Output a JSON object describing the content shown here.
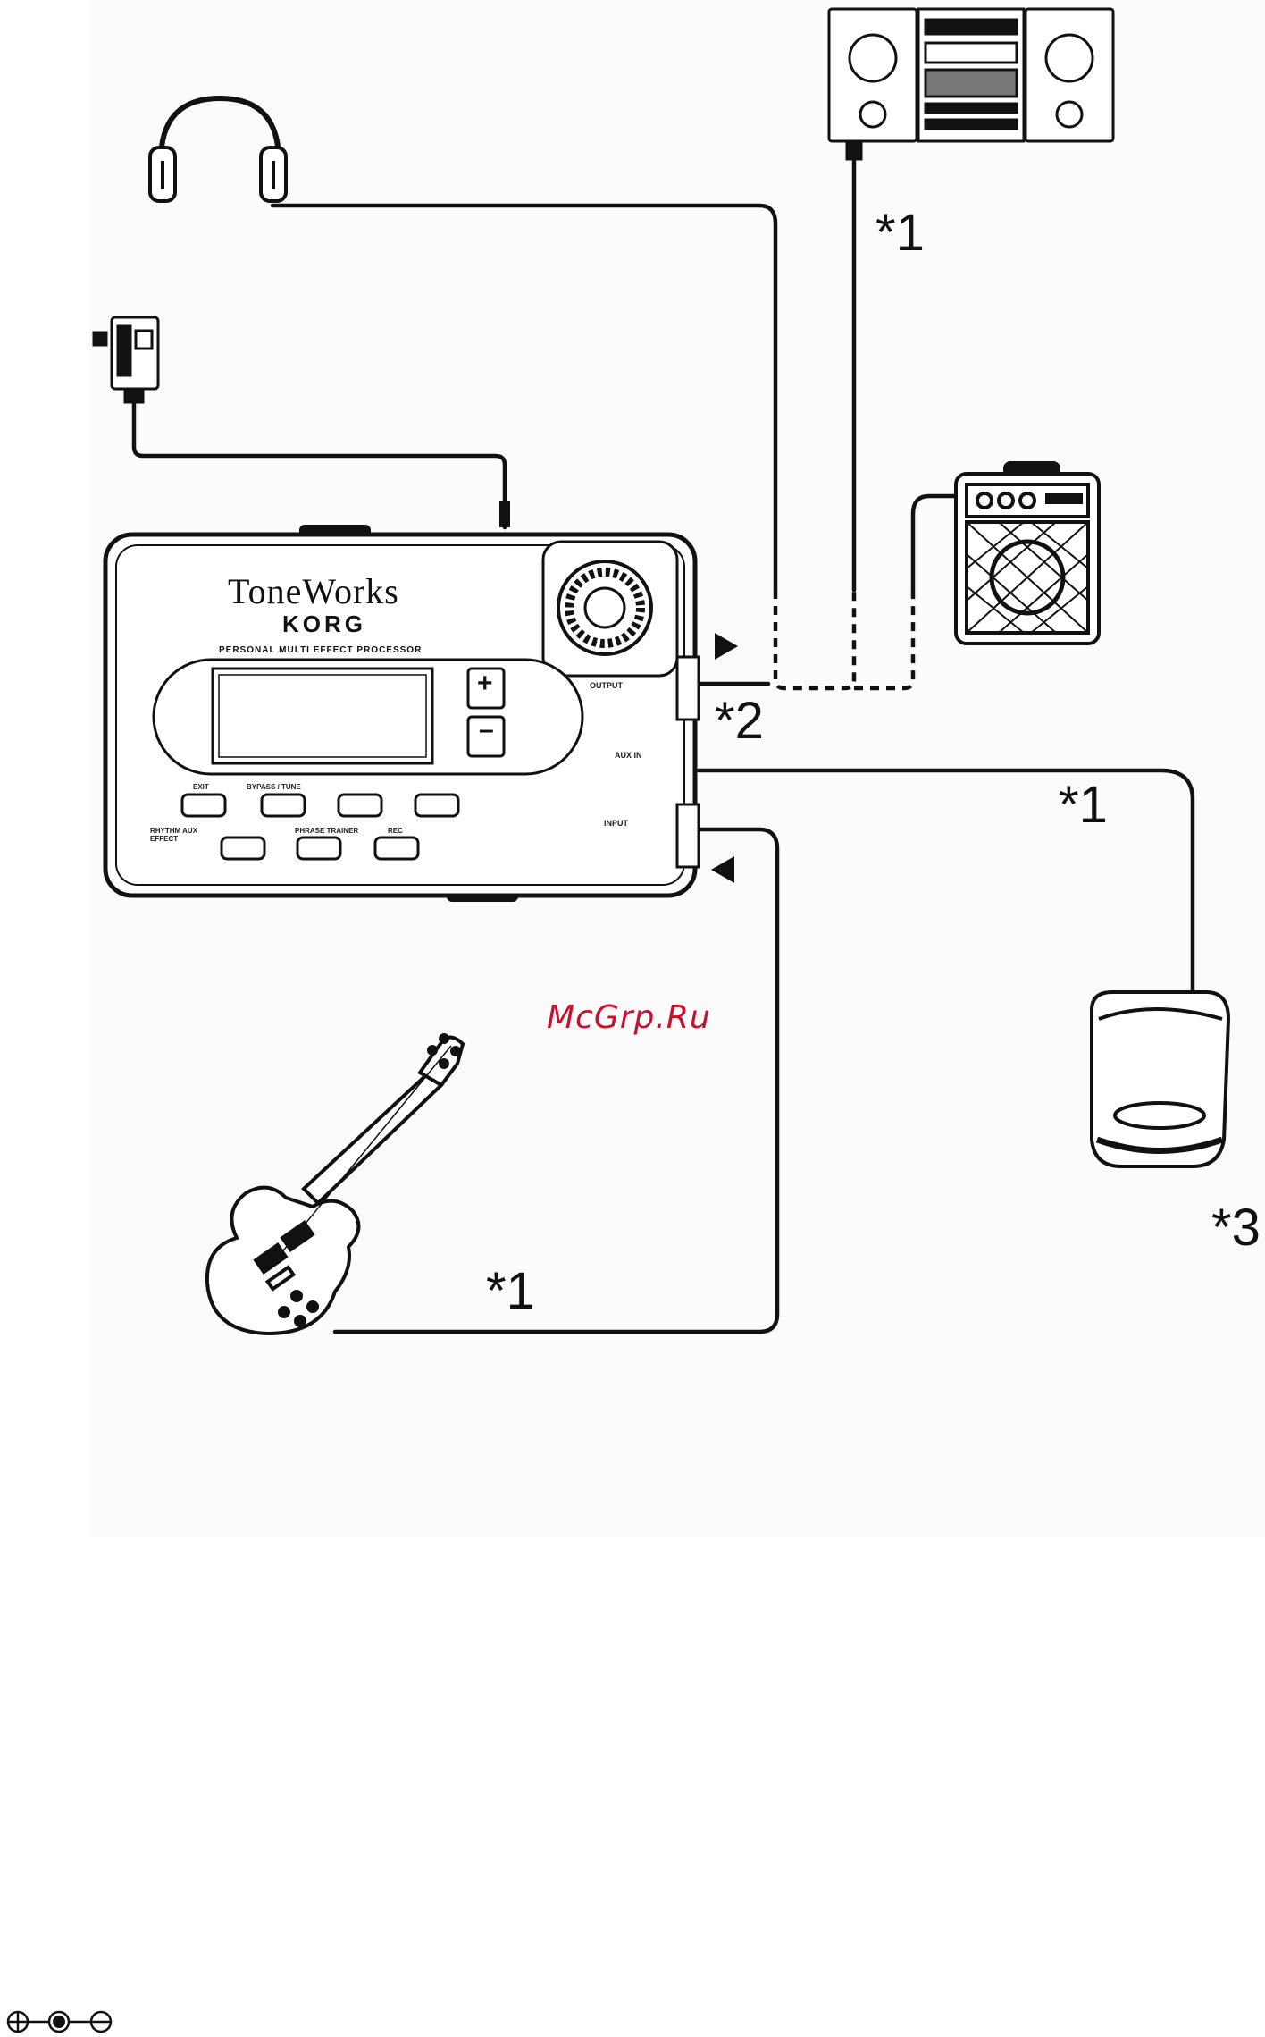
{
  "device": {
    "brand_title": "ToneWorks",
    "brand_sub": "KORG",
    "description": "PERSONAL MULTI EFFECT PROCESSOR",
    "jacks": {
      "output": "OUTPUT",
      "aux": "AUX IN",
      "input": "INPUT"
    },
    "buttons": {
      "exit": "EXIT",
      "bypass_tune": "BYPASS / TUNE",
      "rhythm_aux": "RHYTHM AUX EFFECT",
      "phrase_trainer": "PHRASE TRAINER",
      "rec": "REC",
      "plus": "+",
      "minus": "–"
    }
  },
  "notes": {
    "stereo": "*1",
    "output_split": "*2",
    "aux_cable": "*1",
    "cd_player": "*3",
    "guitar_cable": "*1"
  },
  "watermark": "McGrp.Ru",
  "colors": {
    "line": "#111111",
    "watermark": "#c8102e",
    "paper": "#ffffff"
  },
  "icons": [
    "headphones-icon",
    "ac-adapter-icon",
    "stereo-system-icon",
    "guitar-amp-icon",
    "cd-player-icon",
    "guitar-icon",
    "registration-mark-icon"
  ]
}
